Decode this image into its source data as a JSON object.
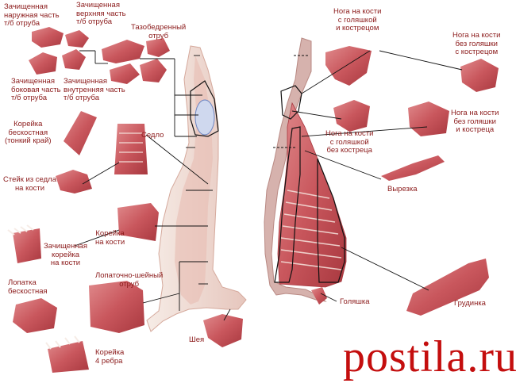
{
  "labels": {
    "outer_part": "Зачищенная\nнаружная часть\nт/б отруба",
    "top_part": "Зачищенная\nверхняя часть\nт/б отруба",
    "side_part": "Зачищенная\nбоковая часть\nт/б отруба",
    "inner_part": "Зачищенная\nвнутренняя часть\nт/б отруба",
    "hip": "Тазобедренный\nотруб",
    "loin_boneless": "Корейка\nбескостная\n(тонкий край)",
    "saddle": "Седло",
    "saddle_steak": "Стейк из седла\nна кости",
    "loin_bone": "Корейка\nна кости",
    "rack_clean": "Зачищенная\nкорейка\nна кости",
    "shoulder_boneless": "Лопатка\nбескостная",
    "shoulder_neck": "Лопаточно-шейный\nотруб",
    "rack_4": "Корейка\n4 ребра",
    "neck": "Шея",
    "leg_shank_aitch": "Нога на кости\nс голяшкой\nи кострецом",
    "leg_no_shank_aitch": "Нога на кости\nбез голяшки\nс кострецом",
    "leg_shank_no_aitch": "Нога на кости\nс голяшкой\nбез костреца",
    "leg_no_shank_no_aitch": "Нога на кости\nбез голяшки\nи костреца",
    "tenderloin": "Вырезка",
    "shank": "Голяшка",
    "brisket": "Грудинка"
  },
  "watermark": "postila.ru",
  "colors": {
    "label": "#8b1a1a",
    "meat": "#c9575d",
    "fat": "#f2e4dc",
    "line": "#111111",
    "watermark": "#c40e0e"
  }
}
